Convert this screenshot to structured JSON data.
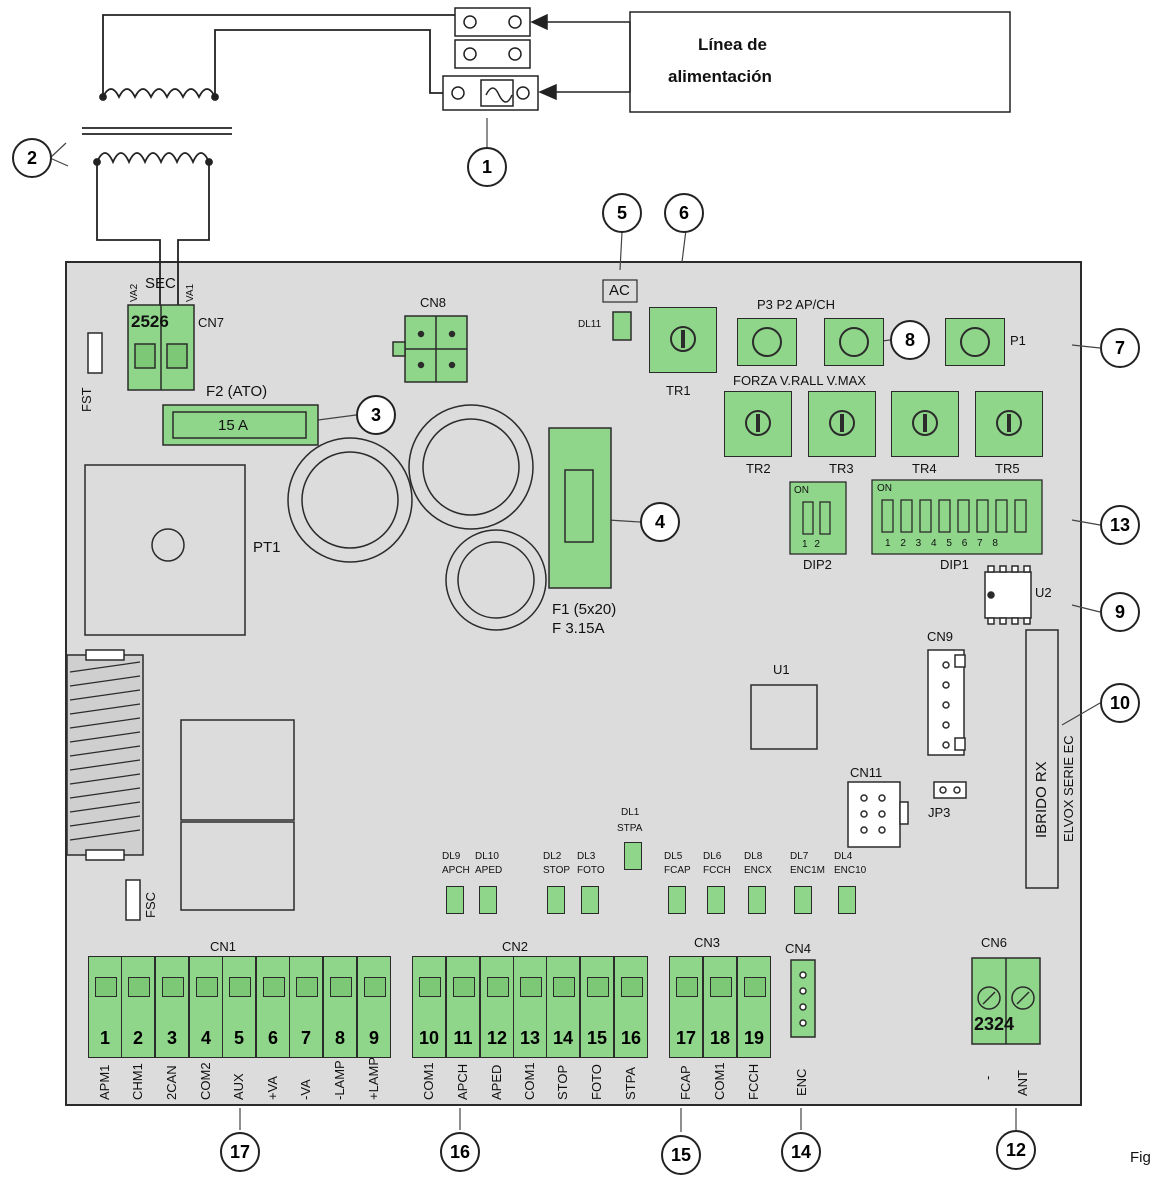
{
  "title": {
    "line1": "Línea de",
    "line2": "alimentación"
  },
  "labels": {
    "sec": "SEC",
    "va2": "VA2",
    "va1": "VA1",
    "cn7": "CN7",
    "cn7_terms": "2526",
    "cn8": "CN8",
    "fst": "FST",
    "f2": "F2 (ATO)",
    "f2_val": "15 A",
    "pt1": "PT1",
    "f1_line1": "F1 (5x20)",
    "f1_line2": "F 3.15A",
    "ac": "AC",
    "dl11": "DL11",
    "tr1": "TR1",
    "p3p2": "P3 P2 AP/CH",
    "p1": "P1",
    "forza": "FORZA V.RALL V.MAX",
    "tr2": "TR2",
    "tr3": "TR3",
    "tr4": "TR4",
    "tr5": "TR5",
    "on": "ON",
    "dip2_nums": "1 2",
    "dip1_nums": "1 2 3 4 5 6 7 8",
    "dip2": "DIP2",
    "dip1": "DIP1",
    "u2": "U2",
    "cn9": "CN9",
    "u1": "U1",
    "cn11": "CN11",
    "jp3": "JP3",
    "ibrido": "IBRIDO RX",
    "elvox": "ELVOX SERIE EC",
    "dl1": "DL1",
    "stpa": "STPA",
    "fsc": "FSC",
    "cn1": "CN1",
    "cn2": "CN2",
    "cn3": "CN3",
    "cn4": "CN4",
    "cn6": "CN6",
    "cn6_terms": "2324",
    "enc": "ENC",
    "cn6_minus": "-",
    "ant": "ANT",
    "fig": "Fig"
  },
  "leds": [
    {
      "code": "DL9",
      "name": "APCH"
    },
    {
      "code": "DL10",
      "name": "APED"
    },
    {
      "code": "DL2",
      "name": "STOP"
    },
    {
      "code": "DL3",
      "name": "FOTO"
    },
    {
      "code": "DL5",
      "name": "FCAP"
    },
    {
      "code": "DL6",
      "name": "FCCH"
    },
    {
      "code": "DL8",
      "name": "ENCX"
    },
    {
      "code": "DL7",
      "name": "ENC1M"
    },
    {
      "code": "DL4",
      "name": "ENC10"
    }
  ],
  "terminals": [
    {
      "num": "1",
      "name": "APM1"
    },
    {
      "num": "2",
      "name": "CHM1"
    },
    {
      "num": "3",
      "name": "2CAN"
    },
    {
      "num": "4",
      "name": "COM2"
    },
    {
      "num": "5",
      "name": "AUX"
    },
    {
      "num": "6",
      "name": "+VA"
    },
    {
      "num": "7",
      "name": "-VA"
    },
    {
      "num": "8",
      "name": "-LAMP"
    },
    {
      "num": "9",
      "name": "+LAMP"
    },
    {
      "num": "10",
      "name": "COM1"
    },
    {
      "num": "11",
      "name": "APCH"
    },
    {
      "num": "12",
      "name": "APED"
    },
    {
      "num": "13",
      "name": "COM1"
    },
    {
      "num": "14",
      "name": "STOP"
    },
    {
      "num": "15",
      "name": "FOTO"
    },
    {
      "num": "16",
      "name": "STPA"
    },
    {
      "num": "17",
      "name": "FCAP"
    },
    {
      "num": "18",
      "name": "COM1"
    },
    {
      "num": "19",
      "name": "FCCH"
    }
  ],
  "callouts": [
    "1",
    "2",
    "3",
    "4",
    "5",
    "6",
    "7",
    "8",
    "9",
    "10",
    "12",
    "13",
    "14",
    "15",
    "16",
    "17"
  ]
}
